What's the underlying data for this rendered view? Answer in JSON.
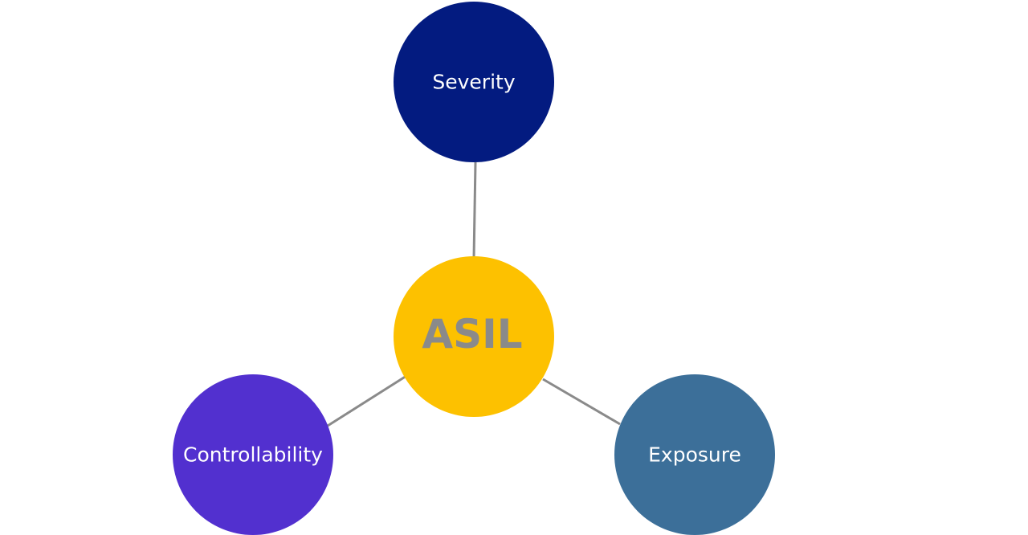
{
  "diagram": {
    "center": {
      "label": "ASIL",
      "color": "#FDC100",
      "label_color": "#8a8a8a"
    },
    "nodes": [
      {
        "label": "Severity",
        "color": "#031B80"
      },
      {
        "label": "Controllability",
        "color": "#5230CF"
      },
      {
        "label": "Exposure",
        "color": "#3C6F99"
      }
    ],
    "connector_color": "#8a8a8a"
  }
}
